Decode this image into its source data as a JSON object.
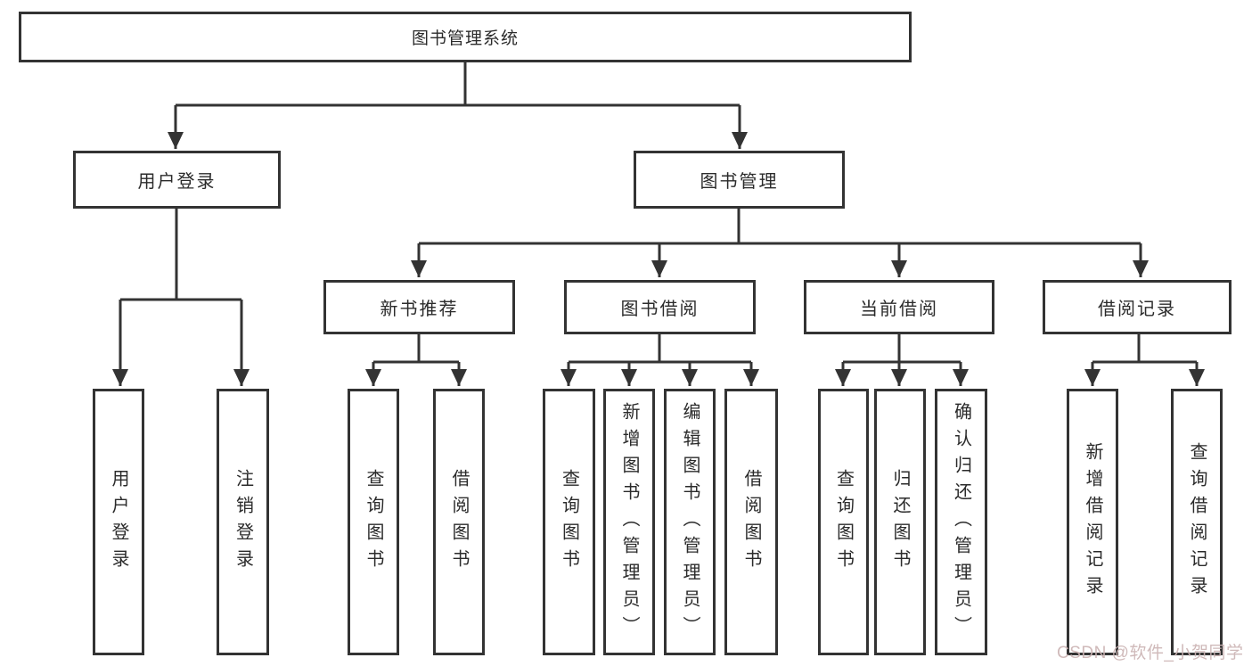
{
  "nodes": {
    "root": {
      "label": "图书管理系统"
    },
    "user_login": {
      "label": "用户登录"
    },
    "book_management": {
      "label": "图书管理"
    },
    "new_book_recommend": {
      "label": "新书推荐"
    },
    "book_borrow": {
      "label": "图书借阅"
    },
    "current_borrow": {
      "label": "当前借阅"
    },
    "borrow_record": {
      "label": "借阅记录"
    },
    "leaves": [
      {
        "label": "用户登录"
      },
      {
        "label": "注销登录"
      },
      {
        "label": "查询图书"
      },
      {
        "label": "借阅图书"
      },
      {
        "label": "查询图书"
      },
      {
        "label": "新增图书（管理员）"
      },
      {
        "label": "编辑图书（管理员）"
      },
      {
        "label": "借阅图书"
      },
      {
        "label": "查询图书"
      },
      {
        "label": "归还图书"
      },
      {
        "label": "确认归还（管理员）"
      },
      {
        "label": "新增借阅记录"
      },
      {
        "label": "查询借阅记录"
      }
    ]
  },
  "watermark": {
    "text": "CSDN @软件_小贺同学"
  },
  "colors": {
    "line": "#333333",
    "background": "#ffffff",
    "text": "#2b2b2b",
    "watermark": "#ccb4b4"
  }
}
